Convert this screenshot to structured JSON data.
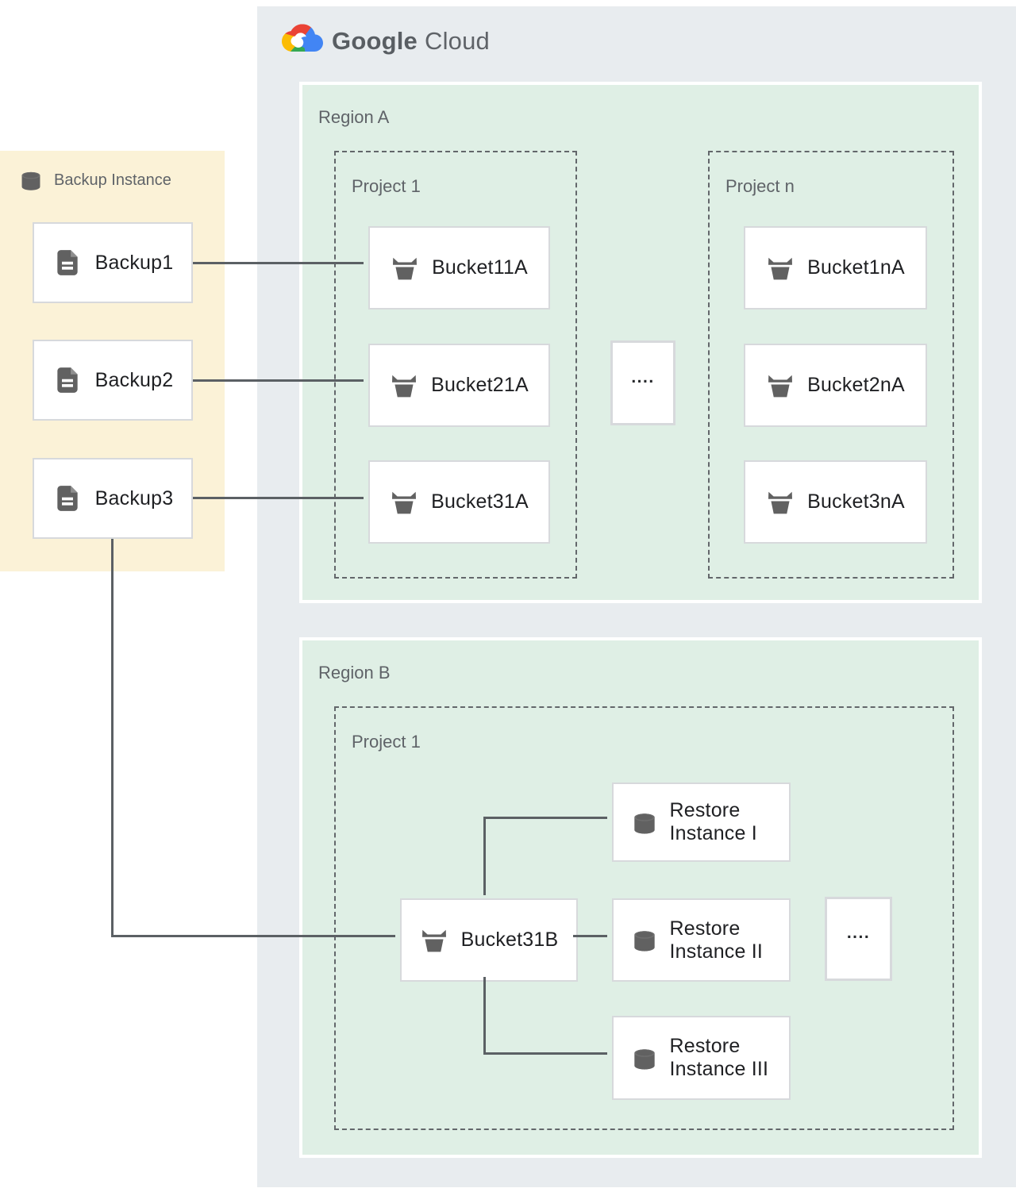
{
  "logo": {
    "brand": "Google",
    "product": "Cloud",
    "icon": "google-cloud-logo-icon"
  },
  "backup_panel": {
    "title": "Backup Instance",
    "title_icon": "database-icon",
    "item_icon": "file-document-icon",
    "items": [
      {
        "label": "Backup1"
      },
      {
        "label": "Backup2"
      },
      {
        "label": "Backup3"
      }
    ]
  },
  "region_a": {
    "label": "Region A",
    "ellipsis": "....",
    "project_1": {
      "label": "Project 1",
      "bucket_icon": "storage-bucket-icon",
      "buckets": [
        "Bucket11A",
        "Bucket21A",
        "Bucket31A"
      ]
    },
    "project_n": {
      "label": "Project n",
      "bucket_icon": "storage-bucket-icon",
      "buckets": [
        "Bucket1nA",
        "Bucket2nA",
        "Bucket3nA"
      ]
    }
  },
  "region_b": {
    "label": "Region B",
    "project_1": {
      "label": "Project 1",
      "bucket_label": "Bucket31B",
      "bucket_icon": "storage-bucket-icon",
      "restore_icon": "database-icon",
      "ellipsis": "....",
      "restore_instances": [
        "Restore Instance I",
        "Restore Instance II",
        "Restore Instance III"
      ]
    }
  },
  "colors": {
    "gcp_container_bg": "#e8ecef",
    "region_bg": "#dfefe5",
    "backup_panel_bg": "#fbf2d7",
    "node_border": "#d7d9dc",
    "dashed_border": "#63676b",
    "connector": "#5b6064",
    "icon_gray": "#616161",
    "label_gray": "#5f6368",
    "text_dark": "#1f2023",
    "logo_red": "#ea4335",
    "logo_blue": "#4285f4",
    "logo_yellow": "#fbbc05",
    "logo_green": "#34a853"
  }
}
